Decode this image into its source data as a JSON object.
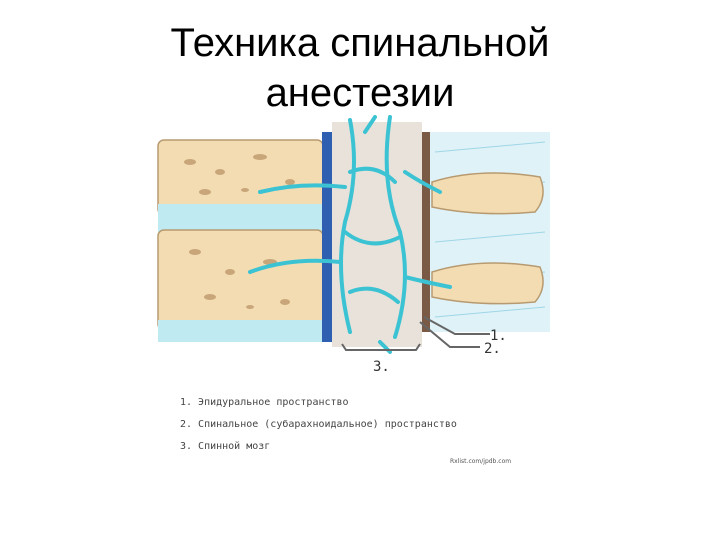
{
  "slide": {
    "title_line1": "Техника спинальной",
    "title_line2": "анестезии"
  },
  "diagram": {
    "labels": {
      "one": "1.",
      "two": "2.",
      "three": "3."
    },
    "legend": [
      "1. Эпидуральное пространство",
      "2. Спинальное (субарахноидальное) пространство",
      "3. Спинной мозг"
    ],
    "credit": "Rxlist.com/jpdb.com",
    "colors": {
      "bone": "#f3dcb2",
      "bone_spot": "#c9a67a",
      "disc": "#bfeaf2",
      "vein": "#3cc3d3",
      "canal": "#e8e2da",
      "ligament": "#7a5a45"
    }
  }
}
